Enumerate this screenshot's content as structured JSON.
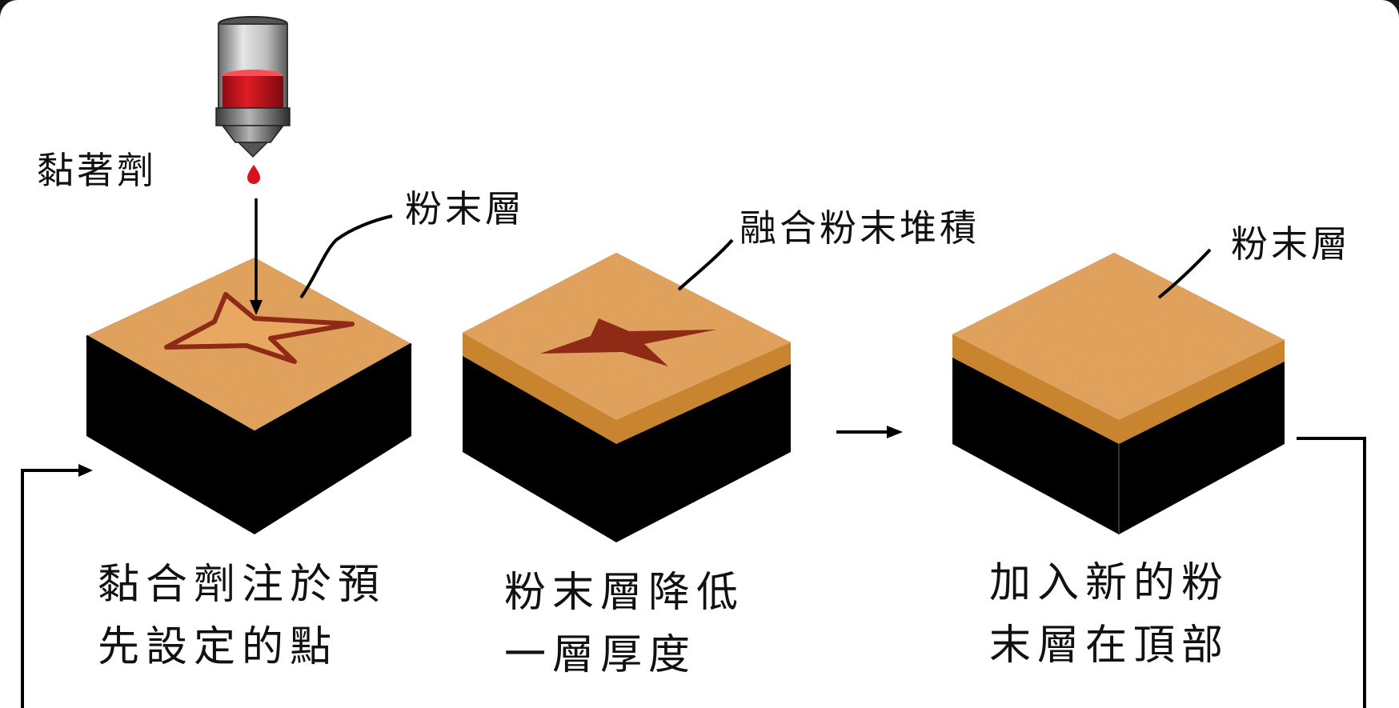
{
  "labels": {
    "binder": "黏著劑",
    "powder_layer_1": "粉末層",
    "fused_stack": "融合粉末堆積",
    "powder_layer_3": "粉末層"
  },
  "captions": {
    "step1": [
      "黏合劑注於預",
      "先設定的點"
    ],
    "step2": [
      "粉末層降低",
      "一層厚度"
    ],
    "step3": [
      "加入新的粉",
      "末層在頂部"
    ]
  },
  "colors": {
    "powder_top": "#E8A861",
    "powder_side": "#C9842F",
    "block": "#000000",
    "binder_fluid": "#D4131E",
    "star_fill": "#8E2A16",
    "background": "#FFFFFF"
  },
  "icons": [
    "binder-nozzle-icon",
    "binder-droplet-icon"
  ]
}
